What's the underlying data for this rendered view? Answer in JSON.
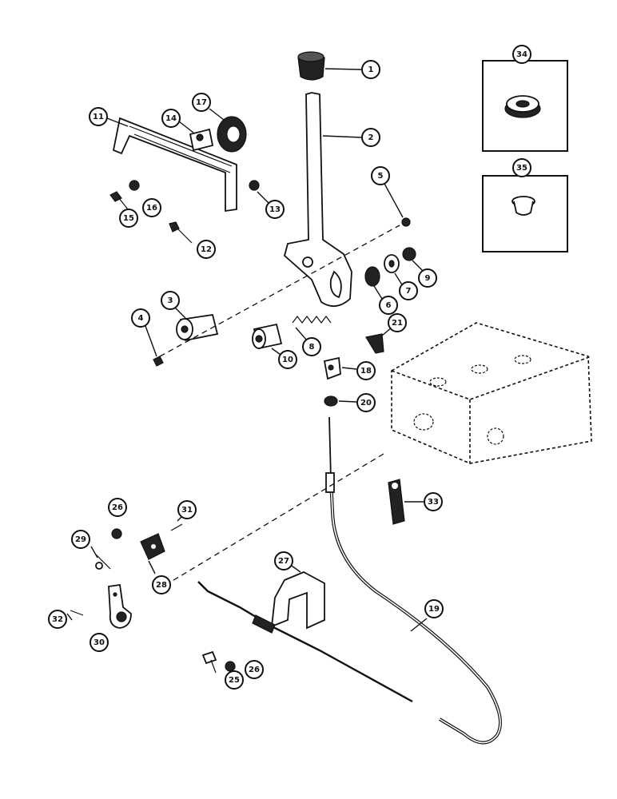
{
  "callouts": [
    {
      "id": "1",
      "label": "1"
    },
    {
      "id": "2",
      "label": "2"
    },
    {
      "id": "3",
      "label": "3"
    },
    {
      "id": "4",
      "label": "4"
    },
    {
      "id": "5",
      "label": "5"
    },
    {
      "id": "6",
      "label": "6"
    },
    {
      "id": "7",
      "label": "7"
    },
    {
      "id": "8",
      "label": "8"
    },
    {
      "id": "9",
      "label": "9"
    },
    {
      "id": "10",
      "label": "10"
    },
    {
      "id": "11",
      "label": "11"
    },
    {
      "id": "12",
      "label": "12"
    },
    {
      "id": "13",
      "label": "13"
    },
    {
      "id": "14",
      "label": "14"
    },
    {
      "id": "15",
      "label": "15"
    },
    {
      "id": "16",
      "label": "16"
    },
    {
      "id": "17",
      "label": "17"
    },
    {
      "id": "18",
      "label": "18"
    },
    {
      "id": "19",
      "label": "19"
    },
    {
      "id": "20",
      "label": "20"
    },
    {
      "id": "21",
      "label": "21"
    },
    {
      "id": "25",
      "label": "25"
    },
    {
      "id": "26",
      "label": "26"
    },
    {
      "id": "26b",
      "label": "26"
    },
    {
      "id": "27",
      "label": "27"
    },
    {
      "id": "28",
      "label": "28"
    },
    {
      "id": "29",
      "label": "29"
    },
    {
      "id": "30",
      "label": "30"
    },
    {
      "id": "31",
      "label": "31"
    },
    {
      "id": "32",
      "label": "32"
    },
    {
      "id": "33",
      "label": "33"
    },
    {
      "id": "34",
      "label": "34"
    },
    {
      "id": "35",
      "label": "35"
    },
    {
      "id": "20b",
      "label": "20"
    }
  ],
  "colors": {
    "ink": "#111111",
    "paper": "#ffffff"
  }
}
